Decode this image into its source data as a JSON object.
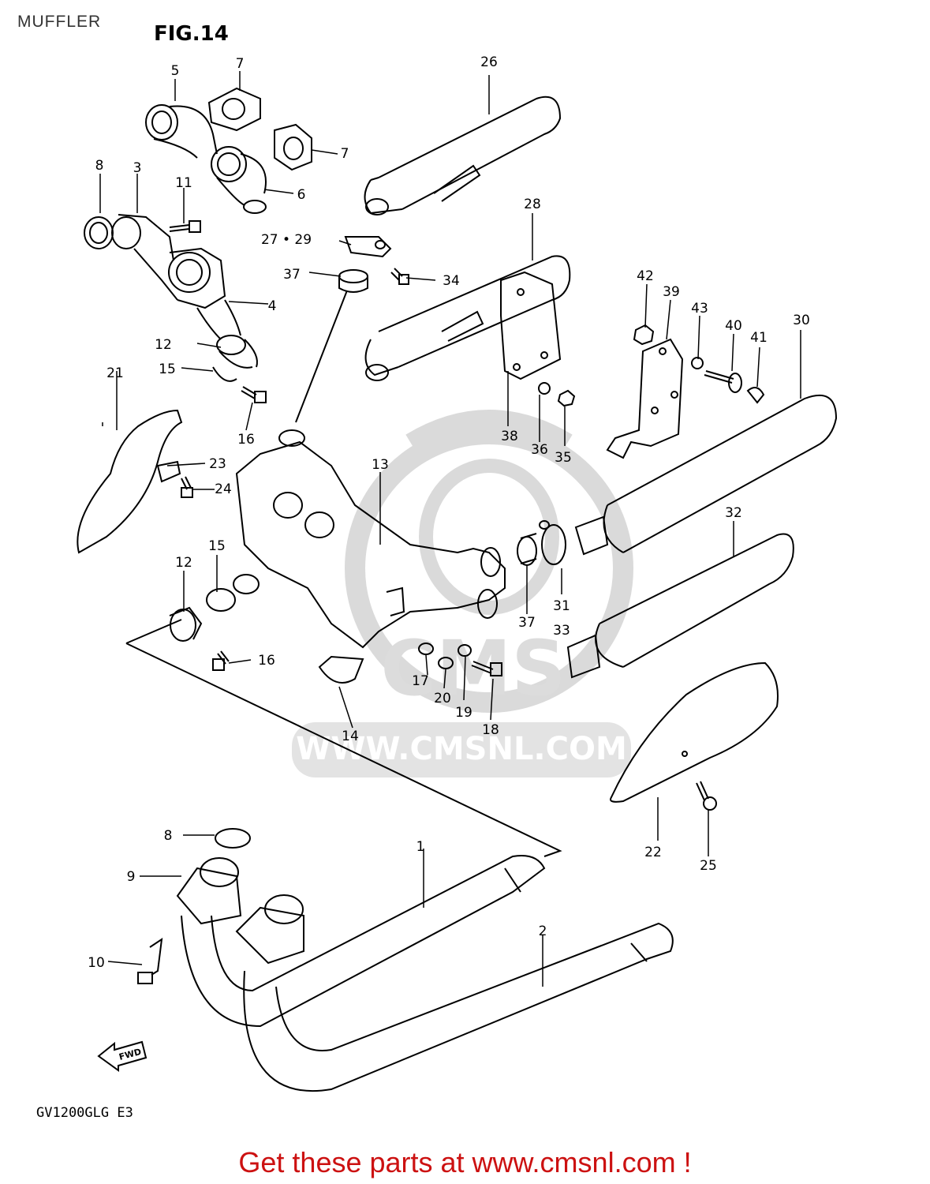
{
  "page": {
    "title": "MUFFLER",
    "figure": "FIG.14",
    "model": "GV1200GLG  E3",
    "cta": "Get these parts at www.cmsnl.com !"
  },
  "watermark": {
    "text": "WWW.CMSNL.COM",
    "logo": "CMS"
  },
  "colors": {
    "line": "#000000",
    "watermark": "#d9d9d9",
    "cta": "#cc1111"
  },
  "callouts": [
    "1",
    "2",
    "3",
    "4",
    "5",
    "6",
    "7",
    "7",
    "8",
    "8",
    "9",
    "10",
    "11",
    "12",
    "12",
    "13",
    "14",
    "15",
    "15",
    "16",
    "16",
    "17",
    "18",
    "19",
    "20",
    "21",
    "22",
    "23",
    "24",
    "25",
    "26",
    "27 • 29",
    "28",
    "30",
    "31",
    "33",
    "32",
    "34",
    "35",
    "36",
    "37",
    "37",
    "38",
    "39",
    "40",
    "41",
    "42",
    "43"
  ],
  "icons": {
    "fwd": "FWD"
  }
}
